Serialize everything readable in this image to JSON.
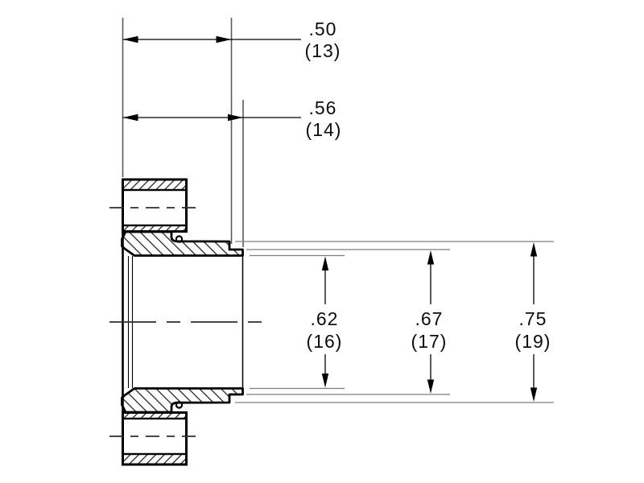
{
  "drawing": {
    "type": "engineering-cross-section",
    "colors": {
      "background": "#ffffff",
      "outline": "#000000",
      "extension_line": "#7d7d7d",
      "centerline": "#2e2e2e"
    },
    "dimensions": {
      "d50": {
        "in": ".50",
        "mm": "(13)"
      },
      "d56": {
        "in": ".56",
        "mm": "(14)"
      },
      "d62": {
        "in": ".62",
        "mm": "(16)"
      },
      "d67": {
        "in": ".67",
        "mm": "(17)"
      },
      "d75": {
        "in": ".75",
        "mm": "(19)"
      }
    }
  }
}
